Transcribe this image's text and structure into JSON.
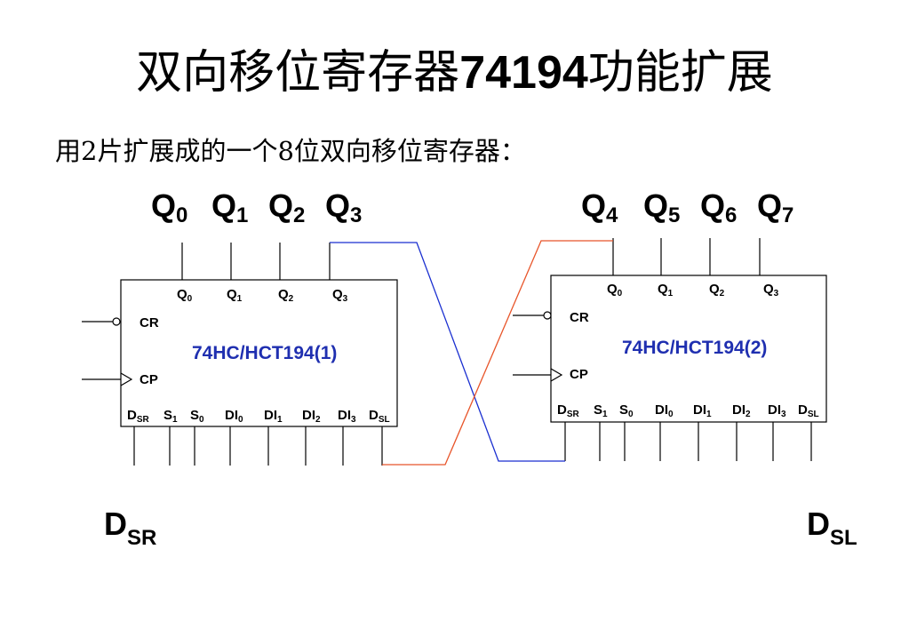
{
  "title": {
    "text": "双向移位寄存器",
    "model": "74194",
    "suffix": "功能扩展"
  },
  "subtitle": "用2片扩展成的一个8位双向移位寄存器：",
  "outputs": {
    "left": [
      {
        "main": "Q",
        "sub": "0"
      },
      {
        "main": "Q",
        "sub": "1"
      },
      {
        "main": "Q",
        "sub": "2"
      },
      {
        "main": "Q",
        "sub": "3"
      }
    ],
    "right": [
      {
        "main": "Q",
        "sub": "4"
      },
      {
        "main": "Q",
        "sub": "5"
      },
      {
        "main": "Q",
        "sub": "6"
      },
      {
        "main": "Q",
        "sub": "7"
      }
    ]
  },
  "inputs": {
    "dsr": {
      "main": "D",
      "sub": "SR"
    },
    "dsl": {
      "main": "D",
      "sub": "SL"
    }
  },
  "chips": [
    {
      "name": "74HC/HCT194(1)",
      "top_pins": [
        {
          "main": "Q",
          "sub": "0"
        },
        {
          "main": "Q",
          "sub": "1"
        },
        {
          "main": "Q",
          "sub": "2"
        },
        {
          "main": "Q",
          "sub": "3"
        }
      ],
      "left_pins": [
        "CR",
        "CP"
      ],
      "bottom_pins": [
        {
          "main": "D",
          "sub": "SR"
        },
        {
          "main": "S",
          "sub": "1"
        },
        {
          "main": "S",
          "sub": "0"
        },
        {
          "main": "DI",
          "sub": "0"
        },
        {
          "main": "DI",
          "sub": "1"
        },
        {
          "main": "DI",
          "sub": "2"
        },
        {
          "main": "DI",
          "sub": "3"
        },
        {
          "main": "D",
          "sub": "SL"
        }
      ]
    },
    {
      "name": "74HC/HCT194(2)",
      "top_pins": [
        {
          "main": "Q",
          "sub": "0"
        },
        {
          "main": "Q",
          "sub": "1"
        },
        {
          "main": "Q",
          "sub": "2"
        },
        {
          "main": "Q",
          "sub": "3"
        }
      ],
      "left_pins": [
        "CR",
        "CP"
      ],
      "bottom_pins": [
        {
          "main": "D",
          "sub": "SR"
        },
        {
          "main": "S",
          "sub": "1"
        },
        {
          "main": "S",
          "sub": "0"
        },
        {
          "main": "DI",
          "sub": "0"
        },
        {
          "main": "DI",
          "sub": "1"
        },
        {
          "main": "DI",
          "sub": "2"
        },
        {
          "main": "DI",
          "sub": "3"
        },
        {
          "main": "D",
          "sub": "SL"
        }
      ]
    }
  ],
  "colors": {
    "chip_label": "#1f2fb0",
    "wire_q3_to_dsr": "#1a2fd0",
    "wire_dsl_to_q0": "#e8552a"
  }
}
